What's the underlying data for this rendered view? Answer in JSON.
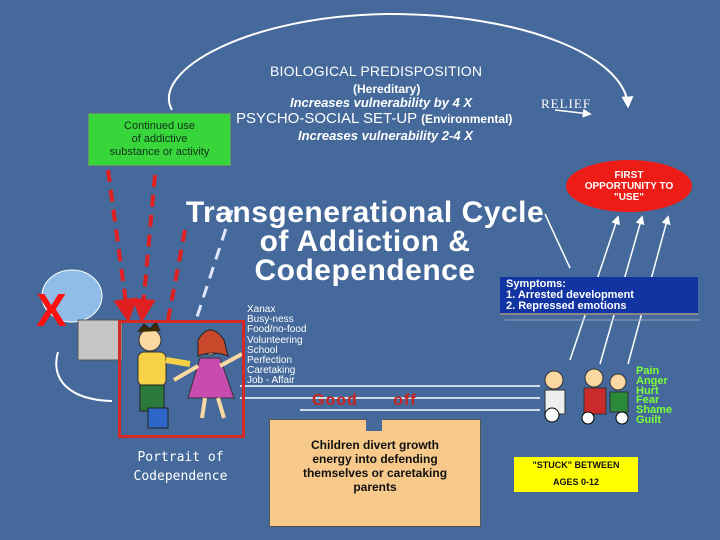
{
  "top": {
    "biological": "BIOLOGICAL PREDISPOSITION",
    "hereditary": "(Hereditary)",
    "increase_4x": "Increases vulnerability by 4 X",
    "relief": "RELIEF",
    "psycho_social": "PSYCHO-SOCIAL SET-UP",
    "environmental": "(Environmental)",
    "increase_2_4x": "Increases vulnerability 2-4 X"
  },
  "continued_use": {
    "line1": "Continued use",
    "line2": "of addictive",
    "line3": "substance or activity"
  },
  "first_opportunity": {
    "line1": "FIRST",
    "line2": "OPPORTUNITY TO",
    "line3": "\"USE\""
  },
  "title": {
    "line1": "Transgenerational Cycle",
    "line2": "of Addiction &",
    "line3": "Codependence"
  },
  "symptoms": {
    "heading": "Symptoms:",
    "item1": "1.  Arrested development",
    "item2": "2.  Repressed emotions"
  },
  "behaviors": [
    "Xanax",
    "Busy-ness",
    "Food/no-food",
    "Volunteering",
    "School",
    "Perfection",
    "Caretaking",
    "Job - Affair"
  ],
  "goodbye": "Good",
  "goodbye_tail": "off",
  "feelings": [
    "Pain",
    "Anger",
    "Hurt",
    "Fear",
    "Shame",
    "Guilt"
  ],
  "portrait": {
    "line1": "Portrait of",
    "line2": "Codependence"
  },
  "children_text": {
    "line1": "Children divert growth",
    "line2": "energy into defending",
    "line3": "themselves or caretaking",
    "line4": "parents"
  },
  "stuck": {
    "line1": "\"STUCK\" BETWEEN",
    "line2": "AGES 0-12"
  },
  "x_mark": "X",
  "colors": {
    "background": "#44699a",
    "green_box": "#38d63a",
    "red": "#ee1c16",
    "symptoms_box": "#1234a2",
    "feelings": "#7cff3a",
    "children_box": "#f7c98a",
    "stuck_box": "#ffff00"
  }
}
